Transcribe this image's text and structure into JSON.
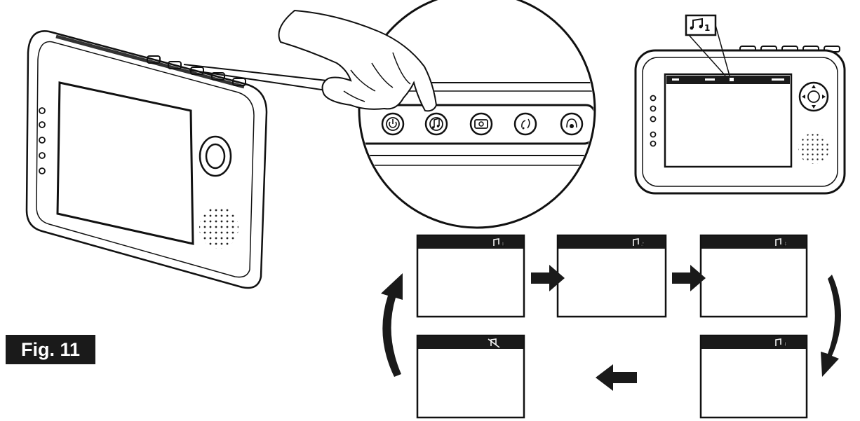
{
  "figure": {
    "label": "Fig. 11",
    "accent_color": "#1a1a1a",
    "background_color": "#ffffff"
  },
  "buttons": [
    {
      "icon": "power-icon"
    },
    {
      "icon": "music-note-icon"
    },
    {
      "icon": "camera-icon"
    },
    {
      "icon": "talk-icon"
    },
    {
      "icon": "record-icon"
    }
  ],
  "music_indicator": {
    "icon": "music-note-icon",
    "value": "1"
  },
  "sequence": [
    {
      "step": "1",
      "icon": "music-note-icon",
      "track": "1"
    },
    {
      "step": "2",
      "icon": "music-note-icon",
      "track": "2"
    },
    {
      "step": "3",
      "icon": "music-note-icon",
      "track": "3"
    },
    {
      "step": "4",
      "icon": "music-note-icon",
      "track": "4"
    },
    {
      "step": "5",
      "icon": "music-off-icon",
      "track": ""
    }
  ]
}
